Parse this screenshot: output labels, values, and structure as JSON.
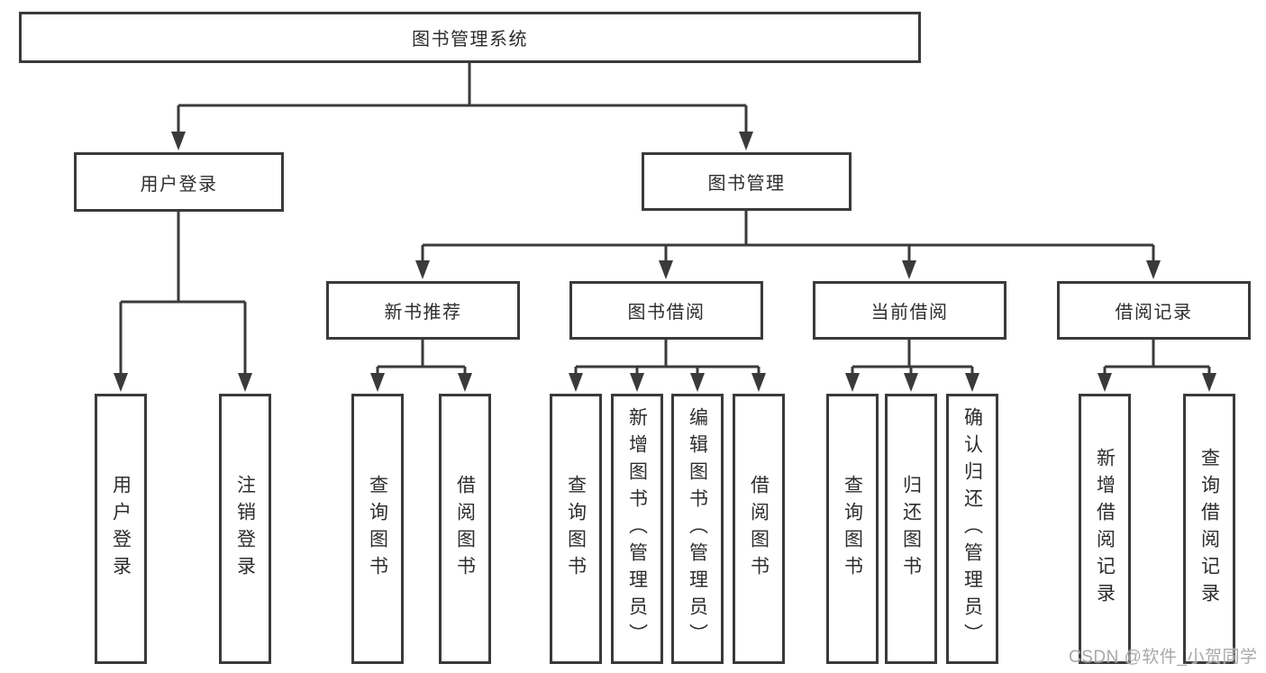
{
  "diagram": {
    "root": {
      "label": "图书管理系统"
    },
    "branches": [
      {
        "label": "用户登录",
        "children": [
          {
            "label": "用户登录"
          },
          {
            "label": "注销登录"
          }
        ]
      },
      {
        "label": "图书管理",
        "children": [
          {
            "label": "新书推荐",
            "children": [
              {
                "label": "查询图书"
              },
              {
                "label": "借阅图书"
              }
            ]
          },
          {
            "label": "图书借阅",
            "children": [
              {
                "label": "查询图书"
              },
              {
                "label": "新增图书（管理员）"
              },
              {
                "label": "编辑图书（管理员）"
              },
              {
                "label": "借阅图书"
              }
            ]
          },
          {
            "label": "当前借阅",
            "children": [
              {
                "label": "查询图书"
              },
              {
                "label": "归还图书"
              },
              {
                "label": "确认归还（管理员）"
              }
            ]
          },
          {
            "label": "借阅记录",
            "children": [
              {
                "label": "新增借阅记录"
              },
              {
                "label": "查询借阅记录"
              }
            ]
          }
        ]
      }
    ]
  },
  "watermark": "CSDN @软件_小贺同学",
  "colors": {
    "line": "#3a3a3a",
    "box_border": "#3a3a3a",
    "box_background": "#ffffff",
    "text": "#2d2d2d",
    "watermark_text": "#a8a8a8",
    "page_background": "#ffffff"
  }
}
